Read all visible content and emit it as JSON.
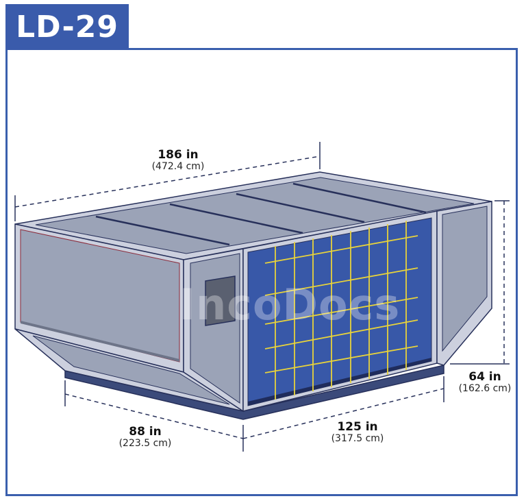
{
  "title": "LD-29",
  "watermark": "IncoDocs",
  "colors": {
    "brand_blue": "#3a5bab",
    "frame_blue": "#3a5fad",
    "panel_gray": "#9ba3b7",
    "frame_light": "#ccd0de",
    "outline_navy": "#27305a",
    "pallet_navy": "#3b4a7a",
    "door_blue": "#3858a8",
    "net_yellow": "#e8d33a"
  },
  "dimensions": {
    "length": {
      "imperial": "186 in",
      "metric": "(472.4 cm)"
    },
    "height": {
      "imperial": "64 in",
      "metric": "(162.6 cm)"
    },
    "depth": {
      "imperial": "88 in",
      "metric": "(223.5 cm)"
    },
    "base_length": {
      "imperial": "125 in",
      "metric": "(317.5 cm)"
    }
  }
}
